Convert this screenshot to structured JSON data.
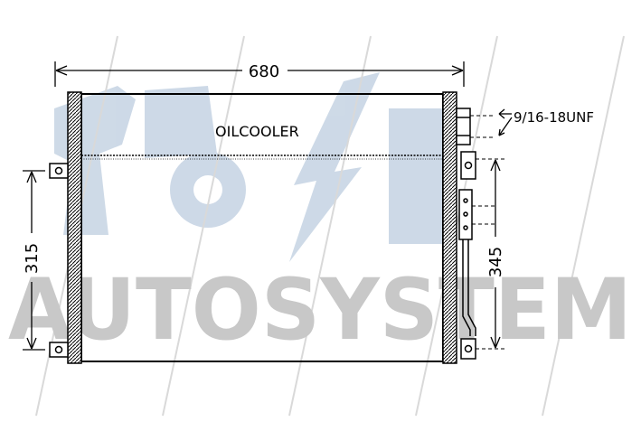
{
  "watermark": {
    "text": "AUTOSYSTEM",
    "color": "#c8c8c8",
    "shapes_color": "#c5d3e3"
  },
  "drawing": {
    "label": "OILCOOLER",
    "dimensions": {
      "width": "680",
      "height_left": "315",
      "height_right": "345"
    },
    "thread": "9/16-18UNF",
    "line_color": "#000000"
  }
}
